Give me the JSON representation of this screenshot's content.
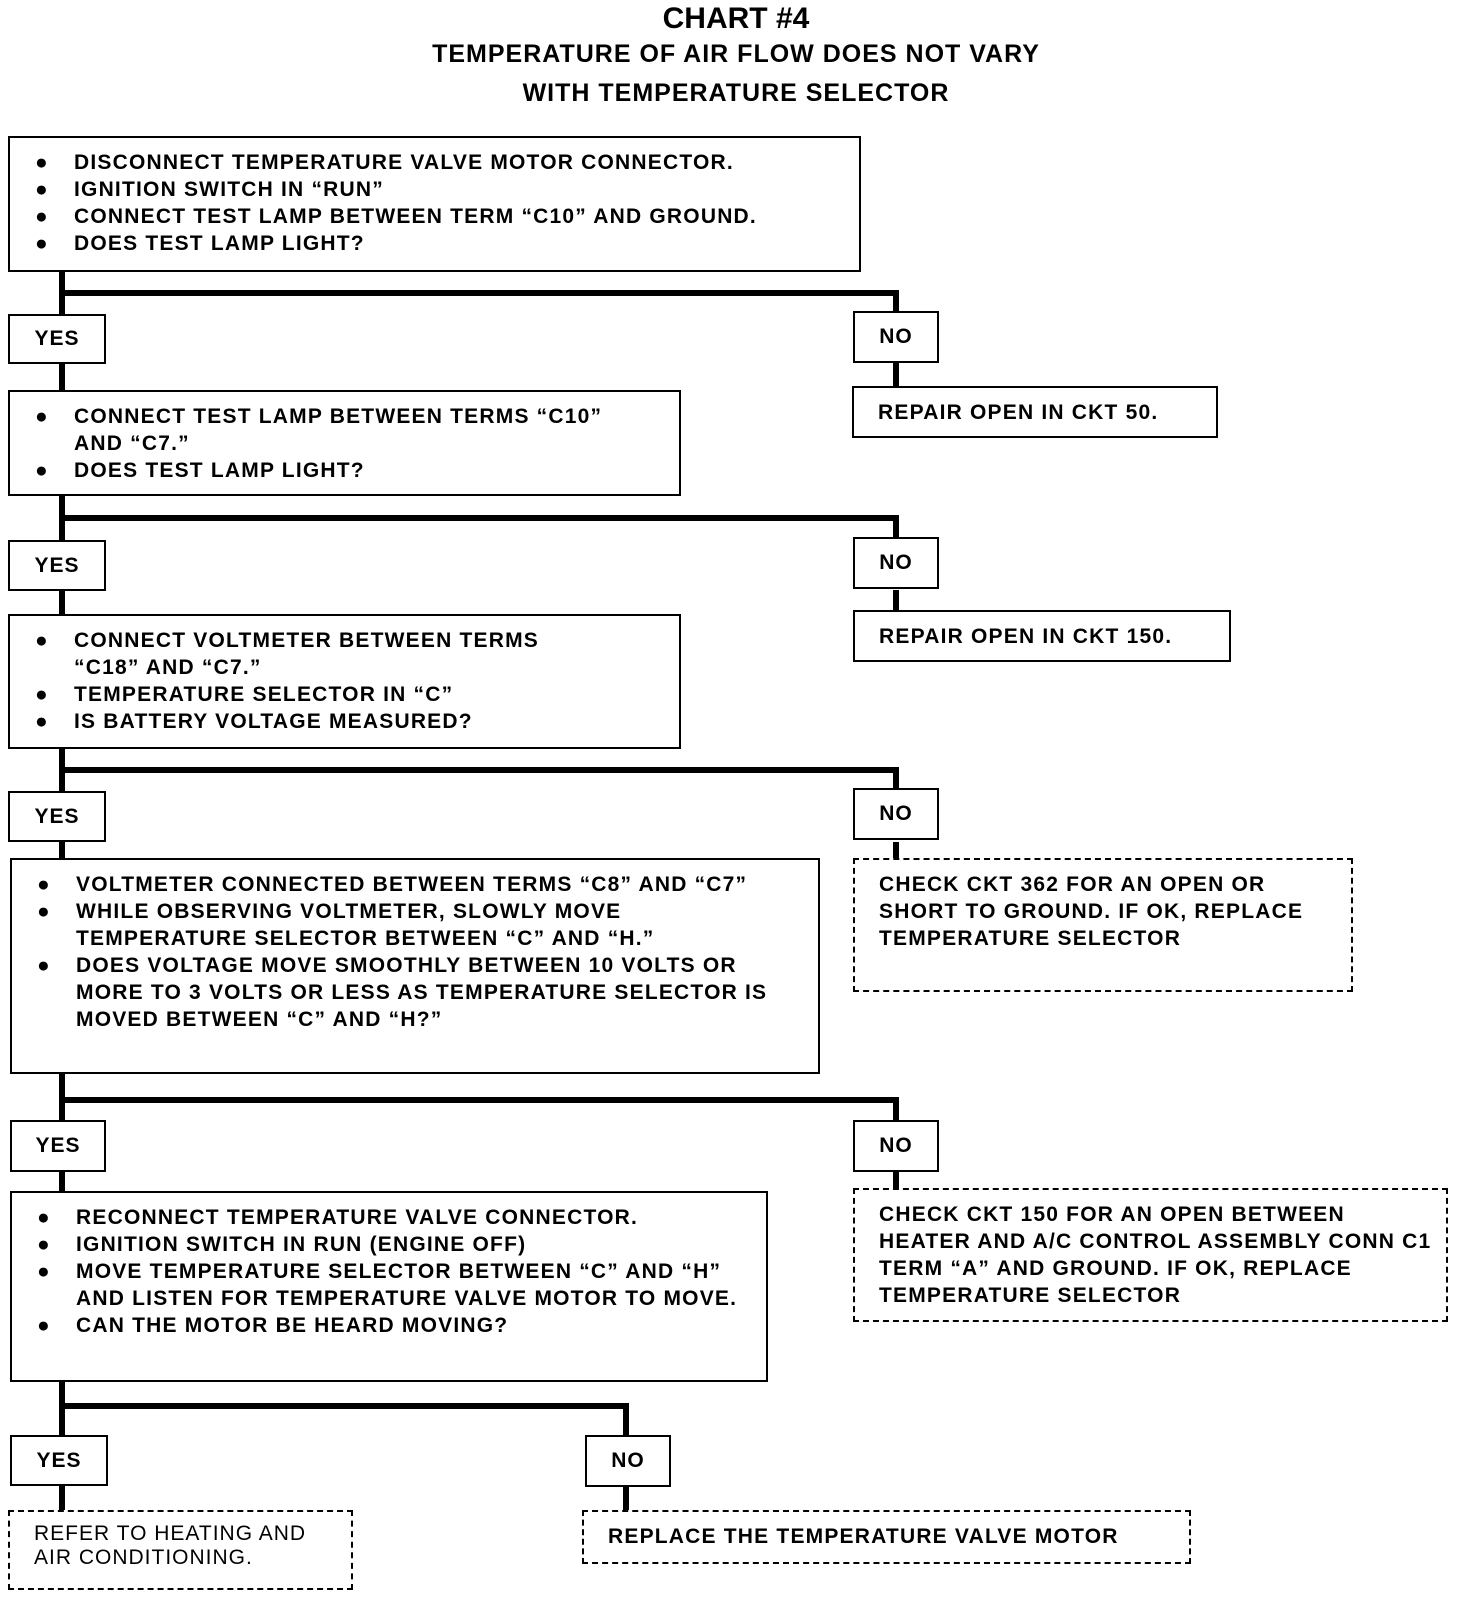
{
  "header": {
    "chart_title": "CHART #4",
    "subtitle_line1": "TEMPERATURE OF AIR FLOW DOES NOT VARY",
    "subtitle_line2": "WITH TEMPERATURE SELECTOR"
  },
  "icons": {
    "bullet": "bullet-dot-icon"
  },
  "colors": {
    "line": "#000000",
    "background": "#ffffff"
  },
  "steps": [
    {
      "bullets": [
        "DISCONNECT TEMPERATURE VALVE MOTOR CONNECTOR.",
        "IGNITION SWITCH IN “RUN”",
        "CONNECT TEST LAMP BETWEEN TERM “C10” AND GROUND.",
        "DOES TEST LAMP LIGHT?"
      ]
    },
    {
      "bullets": [
        "CONNECT TEST LAMP BETWEEN TERMS “C10” AND “C7.”",
        "DOES TEST LAMP LIGHT?"
      ]
    },
    {
      "bullets": [
        "CONNECT VOLTMETER BETWEEN TERMS “C18” AND “C7.”",
        "TEMPERATURE SELECTOR IN “C”",
        "IS BATTERY VOLTAGE MEASURED?"
      ]
    },
    {
      "bullets": [
        "VOLTMETER CONNECTED BETWEEN TERMS “C8” AND “C7”",
        "WHILE OBSERVING VOLTMETER, SLOWLY MOVE TEMPERATURE SELECTOR BETWEEN “C” AND “H.”",
        "DOES VOLTAGE MOVE SMOOTHLY BETWEEN 10 VOLTS OR MORE TO 3 VOLTS OR LESS AS TEMPERATURE SELECTOR IS MOVED BETWEEN “C” AND “H?”"
      ]
    },
    {
      "bullets": [
        "RECONNECT TEMPERATURE VALVE CONNECTOR.",
        "IGNITION SWITCH IN RUN (ENGINE OFF)",
        "MOVE TEMPERATURE SELECTOR BETWEEN “C” AND “H” AND LISTEN FOR TEMPERATURE VALVE MOTOR TO MOVE.",
        "CAN THE MOTOR BE HEARD MOVING?"
      ]
    }
  ],
  "branches": [
    {
      "yes": "YES",
      "no": "NO",
      "no_result": "REPAIR OPEN IN CKT 50."
    },
    {
      "yes": "YES",
      "no": "NO",
      "no_result": "REPAIR OPEN IN CKT 150."
    },
    {
      "yes": "YES",
      "no": "NO",
      "no_result": "CHECK CKT 362 FOR AN OPEN OR SHORT TO GROUND. IF OK, REPLACE TEMPERATURE SELECTOR"
    },
    {
      "yes": "YES",
      "no": "NO",
      "no_result": "CHECK CKT 150 FOR AN OPEN BETWEEN HEATER AND A/C CONTROL ASSEMBLY CONN C1 TERM “A” AND GROUND. IF OK, REPLACE TEMPERATURE SELECTOR"
    },
    {
      "yes": "YES",
      "no": "NO",
      "yes_result": "REFER TO HEATING AND AIR CONDITIONING.",
      "no_result": "REPLACE THE TEMPERATURE VALVE MOTOR"
    }
  ]
}
